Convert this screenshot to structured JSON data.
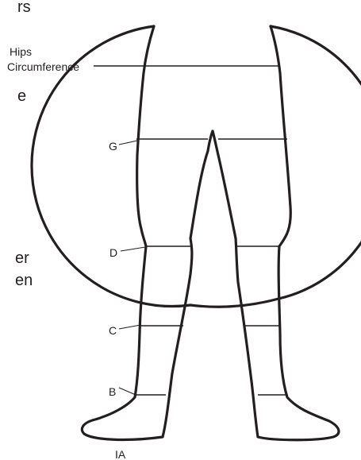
{
  "cropped_text_fragments": [
    "rs",
    "e",
    "er",
    "en"
  ],
  "measurement_labels": {
    "hips_line1": "Hips",
    "hips_line2": "Circumference",
    "g": "G",
    "d": "D",
    "c": "C",
    "b": "B",
    "ia": "IA"
  }
}
